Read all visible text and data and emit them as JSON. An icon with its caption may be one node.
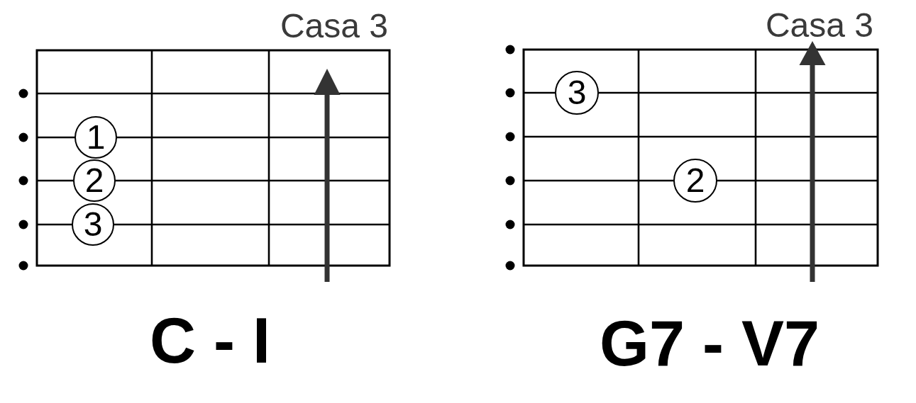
{
  "diagram": {
    "nodes": [
      {
        "text": [
          "Casa 3",
          "C - I"
        ]
      },
      {
        "text": [
          "1"
        ],
        "in": 0
      },
      {
        "text": [
          "2"
        ],
        "in": 0
      },
      {
        "text": [
          "3"
        ],
        "in": 0
      },
      {
        "text": [
          "Casa 3",
          "G7 - V7"
        ]
      },
      {
        "text": [
          "3"
        ],
        "in": 4
      },
      {
        "text": [
          "2"
        ],
        "in": 4
      }
    ]
  }
}
